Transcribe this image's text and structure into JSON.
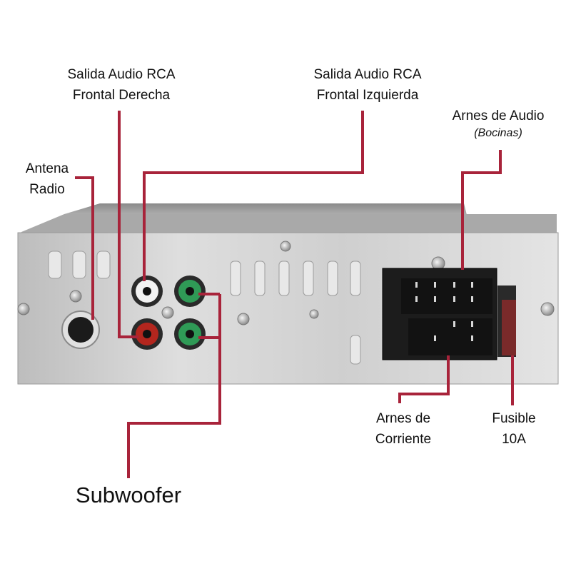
{
  "labels": {
    "rca_right": {
      "line1": "Salida Audio RCA",
      "line2": "Frontal Derecha"
    },
    "rca_left": {
      "line1": "Salida Audio RCA",
      "line2": "Frontal Izquierda"
    },
    "audio_harness": {
      "line1": "Arnes de Audio",
      "line2": "(Bocinas)"
    },
    "antenna": {
      "line1": "Antena",
      "line2": "Radio"
    },
    "power_harness": {
      "line1": "Arnes de",
      "line2": "Corriente"
    },
    "fuse": {
      "line1": "Fusible",
      "line2": "10A"
    },
    "subwoofer": "Subwoofer"
  },
  "colors": {
    "leader_line": "#a8233a",
    "panel": "#d4d4d4",
    "connector": "#1c1c1c",
    "rca_white": "#f2f2f2",
    "rca_red": "#b3261e",
    "rca_green": "#2f9a56",
    "fuse": "#7a2a2a"
  }
}
